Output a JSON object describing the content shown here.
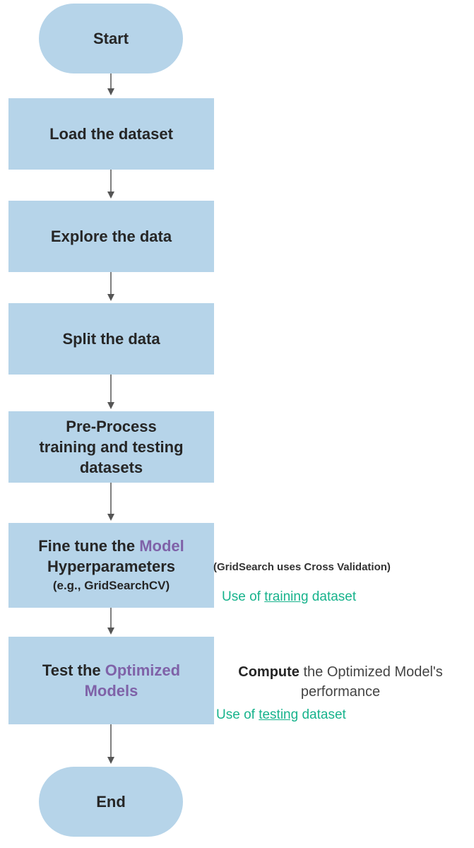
{
  "flowchart": {
    "start": "Start",
    "end": "End",
    "steps": {
      "load": "Load the dataset",
      "explore": "Explore the data",
      "split": "Split the data",
      "preprocess": {
        "line1": "Pre-Process",
        "line2": "training and testing",
        "line3": "datasets"
      },
      "finetune": {
        "line1_pre": "Fine tune the ",
        "line1_highlight": "Model",
        "line2": "Hyperparameters",
        "line3": "(e.g., GridSearchCV)"
      },
      "test": {
        "line1_pre": "Test the ",
        "line1_highlight": "Optimized",
        "line2_highlight": "Models"
      }
    }
  },
  "annotations": {
    "gridsearch_note": "(GridSearch uses Cross Validation)",
    "training_use": {
      "pre": "Use of ",
      "link": "training",
      "post": " dataset"
    },
    "compute": {
      "bold": "Compute",
      "rest": " the Optimized Model's",
      "line2": "performance"
    },
    "testing_use": {
      "pre": "Use of ",
      "link": "testing",
      "post": " dataset"
    }
  },
  "colors": {
    "node_fill": "#b6d4e9",
    "highlight_purple": "#7f62a8",
    "annotation_green": "#17b38c",
    "arrow": "#555555"
  }
}
